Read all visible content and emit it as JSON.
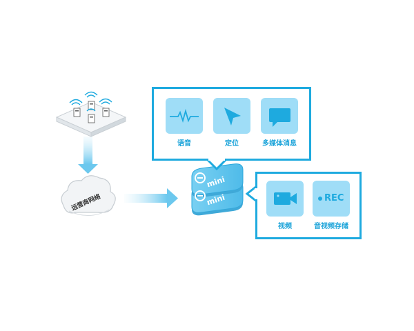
{
  "top_panel": {
    "items": [
      {
        "label": "语音",
        "icon": "waveform-icon"
      },
      {
        "label": "定位",
        "icon": "cursor-arrow-icon"
      },
      {
        "label": "多媒体消息",
        "icon": "chat-bubble-icon"
      }
    ]
  },
  "right_panel": {
    "items": [
      {
        "label": "视频",
        "icon": "video-camera-icon"
      },
      {
        "label": "音视频存储",
        "icon": "rec-icon",
        "badge_text": "REC"
      }
    ]
  },
  "cloud": {
    "label": "运营商网络",
    "icon": "cloud-icon"
  },
  "device_stack": {
    "brand_text": "mini",
    "logo": "e-logo-icon"
  },
  "iot_platform": {
    "icon": "iot-devices-platform-icon"
  },
  "colors": {
    "accent": "#1eaadf",
    "tile_fill": "#9fddf7",
    "device_fill": "#6cc8ee"
  }
}
